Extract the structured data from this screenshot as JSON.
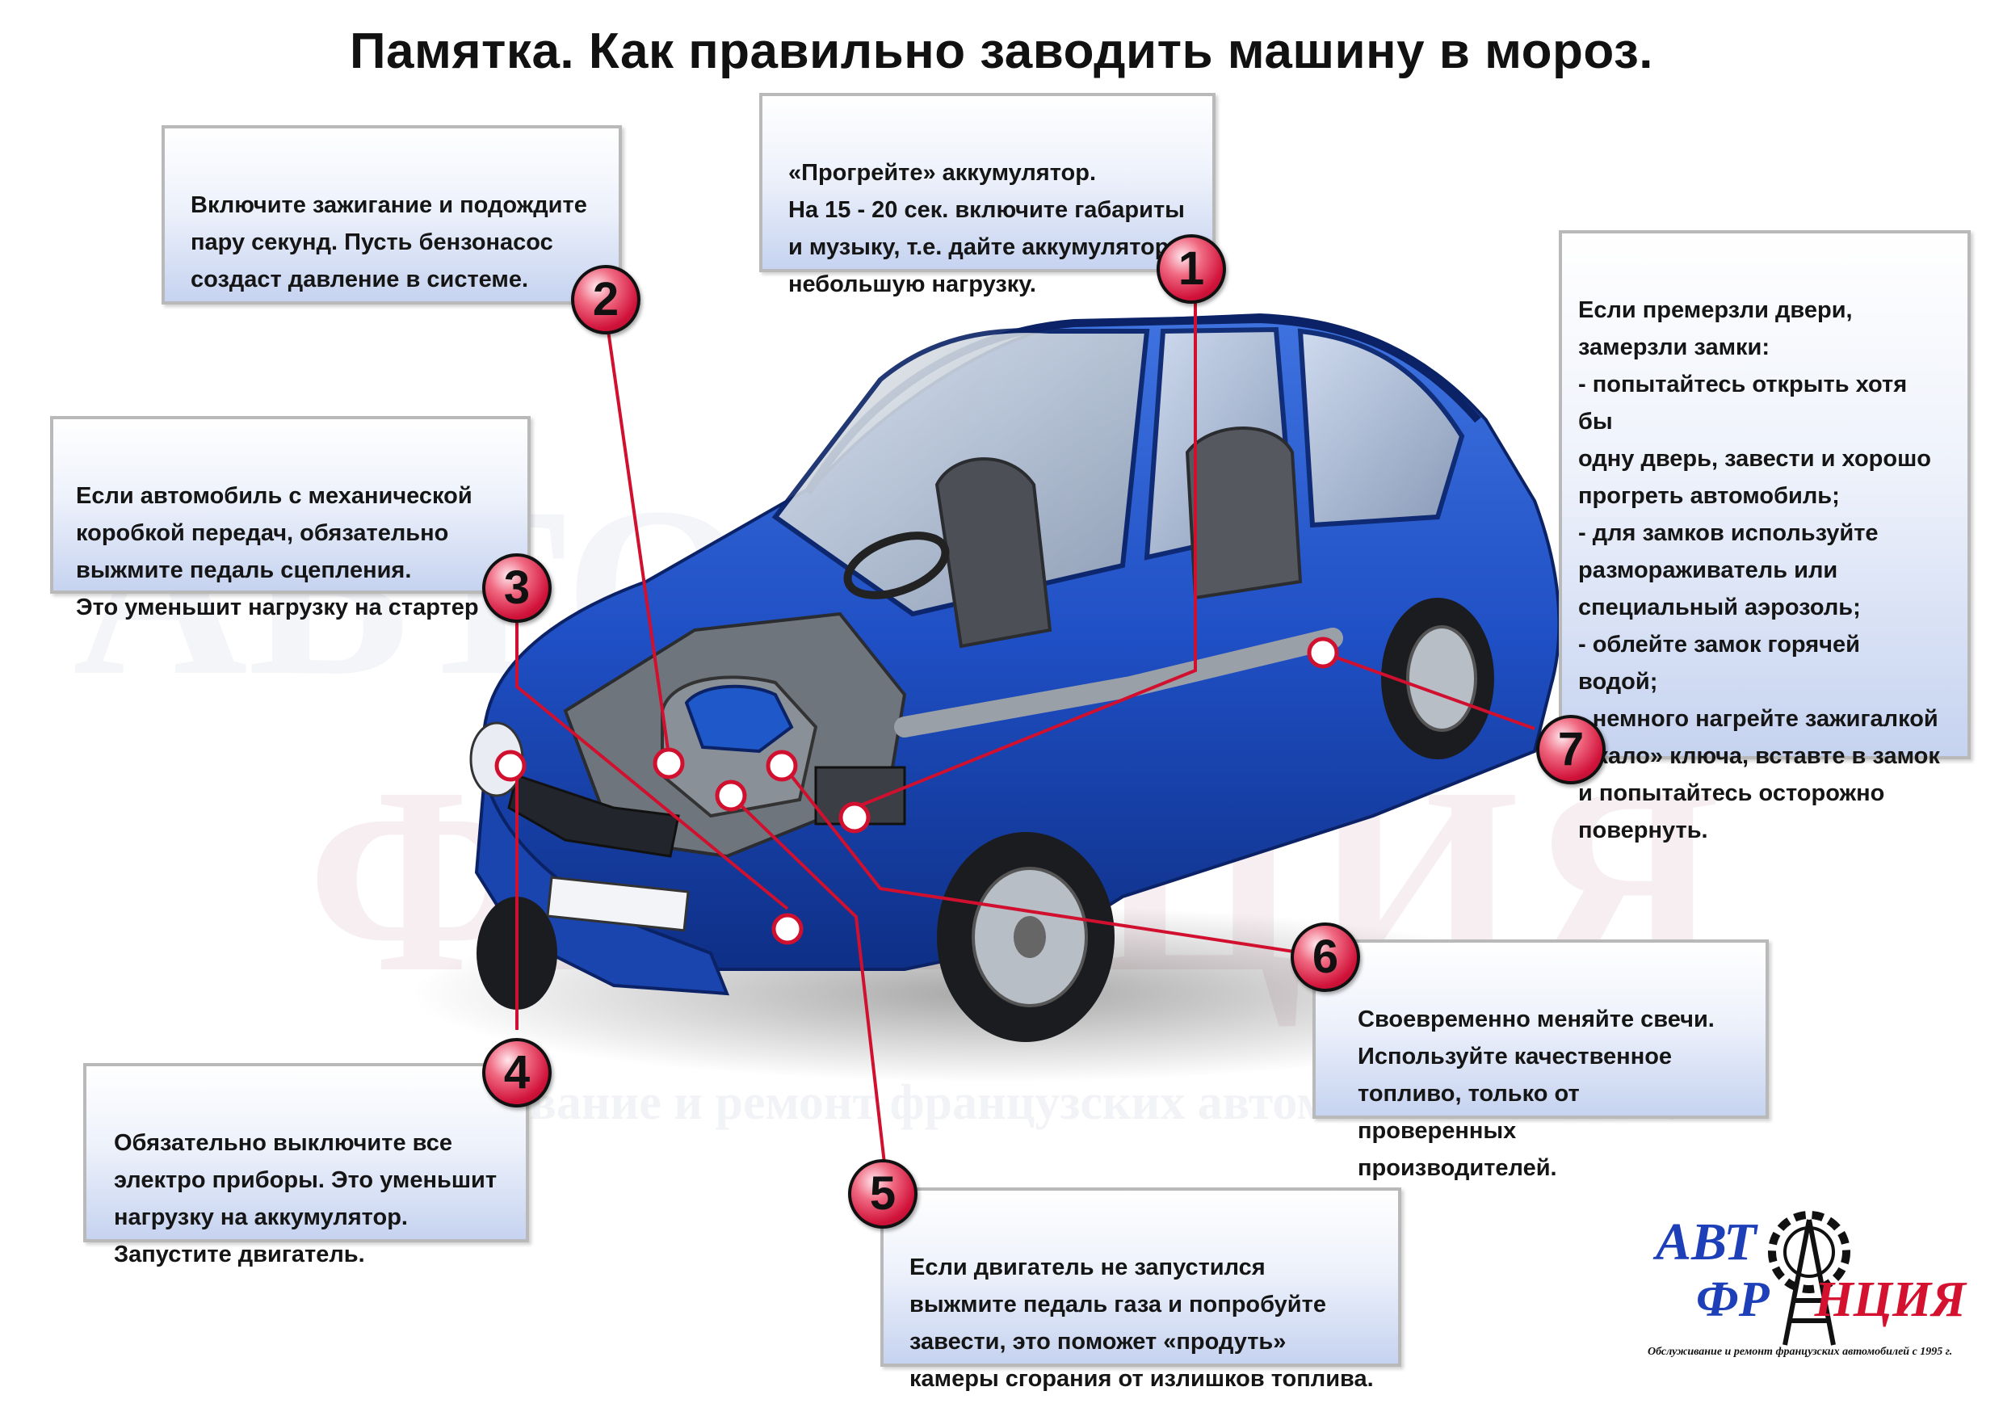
{
  "title": "Памятка. Как правильно заводить машину в мороз.",
  "watermark": {
    "line1": "АВТО",
    "line2": "ФРАНЦИЯ",
    "subtitle": "Обслуживание и ремонт французских автомобилей с 1995 г."
  },
  "steps": [
    {
      "number": "1",
      "text": "«Прогрейте» аккумулятор.\nНа 15 - 20 сек. включите габариты\nи музыку, т.е. дайте аккумулятору\nнебольшую нагрузку."
    },
    {
      "number": "2",
      "text": " Включите зажигание и подождите\nпару секунд. Пусть бензонасос\nсоздаст давление в системе."
    },
    {
      "number": "3",
      "text": "Если автомобиль с механической\nкоробкой передач, обязательно\nвыжмите педаль сцепления.\nЭто уменьшит нагрузку на стартер"
    },
    {
      "number": "4",
      "text": "Обязательно выключите все\nэлектро приборы. Это уменьшит\nнагрузку на аккумулятор.\nЗапустите двигатель."
    },
    {
      "number": "5",
      "text": " Если двигатель не запустился\nвыжмите педаль газа и попробуйте\nзавести, это поможет «продуть»\nкамеры сгорания от излишков топлива."
    },
    {
      "number": "6",
      "text": " Своевременно меняйте свечи.\nИспользуйте качественное\nтопливо,  только от проверенных\nпроизводителей."
    },
    {
      "number": "7",
      "text": " Если премерзли двери,\nзамерзли замки:\n - попытайтесь открыть хотя бы\nодну дверь, завести и хорошо\nпрогреть автомобиль;\n-  для замков используйте\nразмораживатель или\nспециальный аэрозоль;\n - облейте замок горячей водой;\n - немного нагрейте зажигалкой\n«жало» ключа, вставте в замок\nи попытайтесь осторожно\n          повернуть."
    }
  ],
  "logo": {
    "line1": "АВТ",
    "line2a": "ФР",
    "line2b": "НЦИЯ",
    "subtitle": "Обслуживание и ремонт французских автомобилей с 1995 г."
  },
  "colors": {
    "badge": "#d1133a",
    "leader_line": "#d0102e",
    "car_body": "#1f4fc4",
    "logo_blue": "#1d3fb8",
    "logo_red": "#d4122f"
  }
}
